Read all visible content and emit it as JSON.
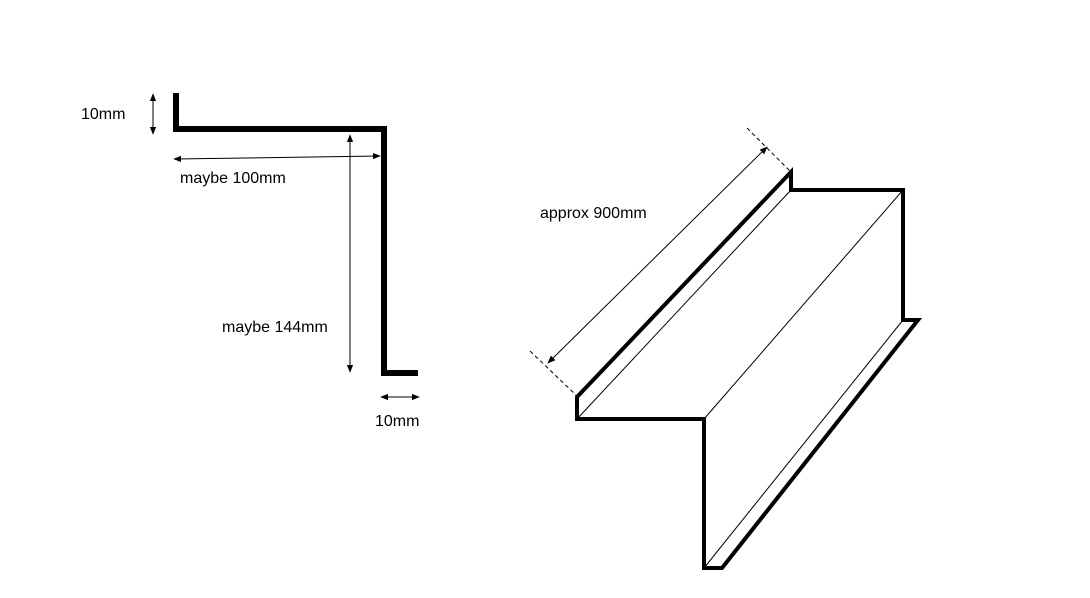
{
  "colors": {
    "stroke": "#000000",
    "background": "#ffffff"
  },
  "profile_section": {
    "top_lip_label": "10mm",
    "top_width_label": "maybe 100mm",
    "height_label": "maybe 144mm",
    "bottom_lip_label": "10mm"
  },
  "isometric_view": {
    "length_label": "approx 900mm"
  }
}
